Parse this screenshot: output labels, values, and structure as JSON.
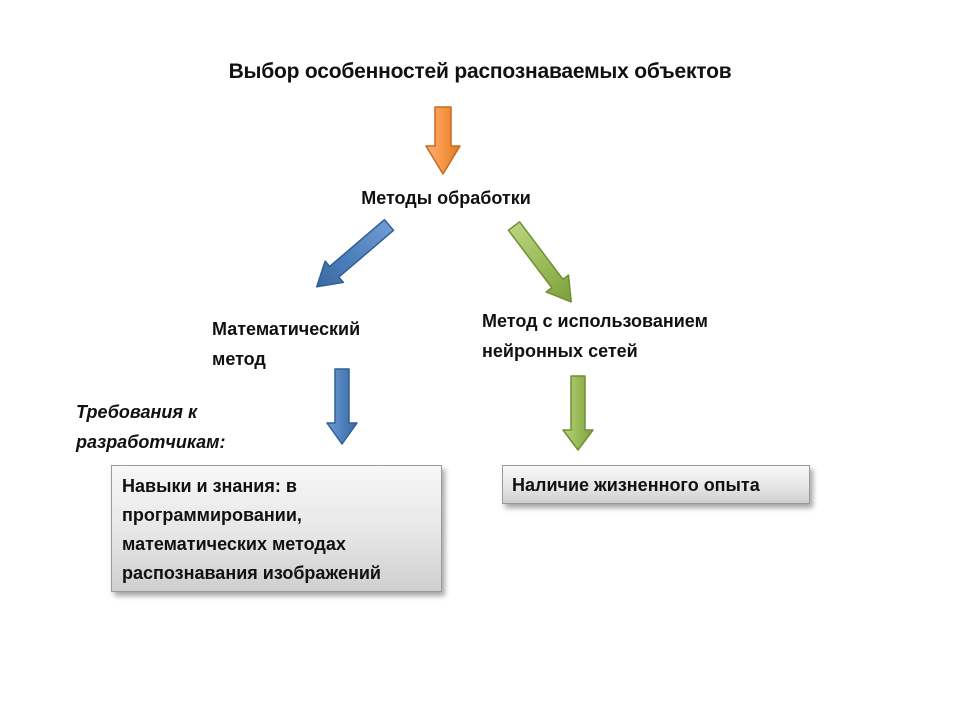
{
  "diagram": {
    "title": "Выбор особенностей распознаваемых объектов",
    "methods": "Методы обработки",
    "math_method": {
      "lines": [
        "Математический",
        "метод"
      ]
    },
    "nn_method": {
      "lines": [
        "Метод с использованием",
        "нейронных сетей"
      ]
    },
    "requirements": {
      "lines": [
        "Требования к",
        "разработчикам:"
      ]
    },
    "box_left": {
      "lines": [
        "Навыки и знания: в",
        "программировании,",
        "математических методах",
        "распознавания изображений"
      ]
    },
    "box_right": "Наличие жизненного опыта"
  },
  "colors": {
    "orange_arrow": "#f79646",
    "blue_arrow": "#4f81bd",
    "green_arrow": "#9bbb59",
    "text": "#111111"
  }
}
